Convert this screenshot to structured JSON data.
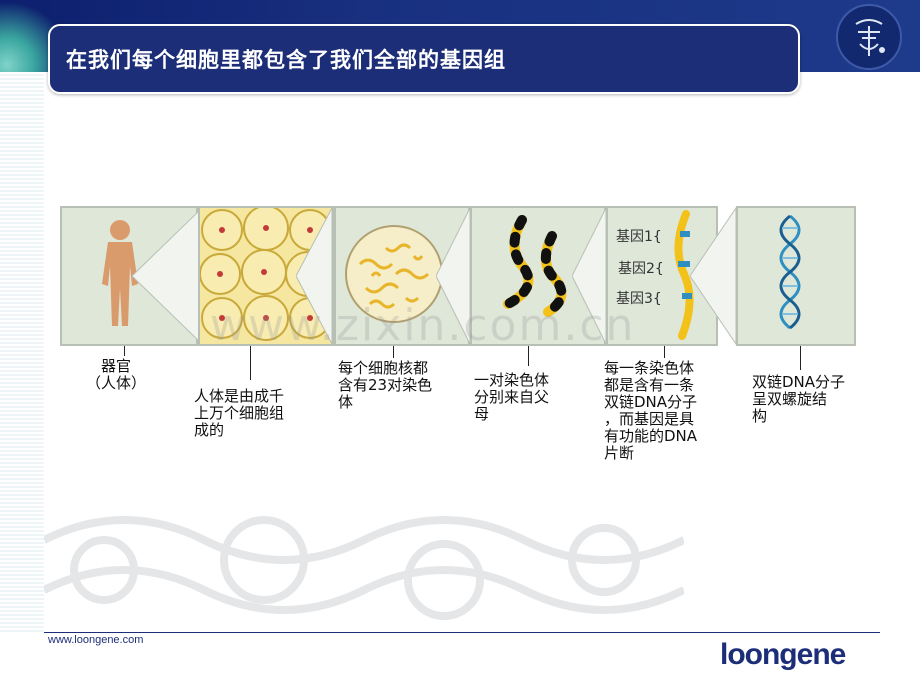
{
  "slide": {
    "title": "在我们每个细胞里都包含了我们全部的基因组",
    "watermark": "www.zixin.com.cn",
    "footer_url": "www.loongene.com",
    "footer_brand": "loongene"
  },
  "panels": [
    {
      "label": "器官\n（人体）"
    },
    {
      "label": "人体是由成千\n上万个细胞组\n成的"
    },
    {
      "label": "每个细胞核都\n含有23对染色\n体"
    },
    {
      "label": "一对染色体\n分别来自父\n母"
    },
    {
      "label": "每一条染色体\n都是含有一条\n双链DNA分子\n，而基因是具\n有功能的DNA\n片断"
    },
    {
      "label": "双链DNA分子\n呈双螺旋结\n构"
    }
  ],
  "genes": [
    "基因1{",
    "基因2{",
    "基因3{"
  ],
  "colors": {
    "title_bg": "#1c2e78",
    "panel_bg": "#dfe7d9",
    "human": "#d99a6c",
    "cell": "#f6e7a0",
    "nucleus": "#c43a3a",
    "chromosome_yellow": "#f2c21b",
    "dna": "#2f8fc0"
  }
}
